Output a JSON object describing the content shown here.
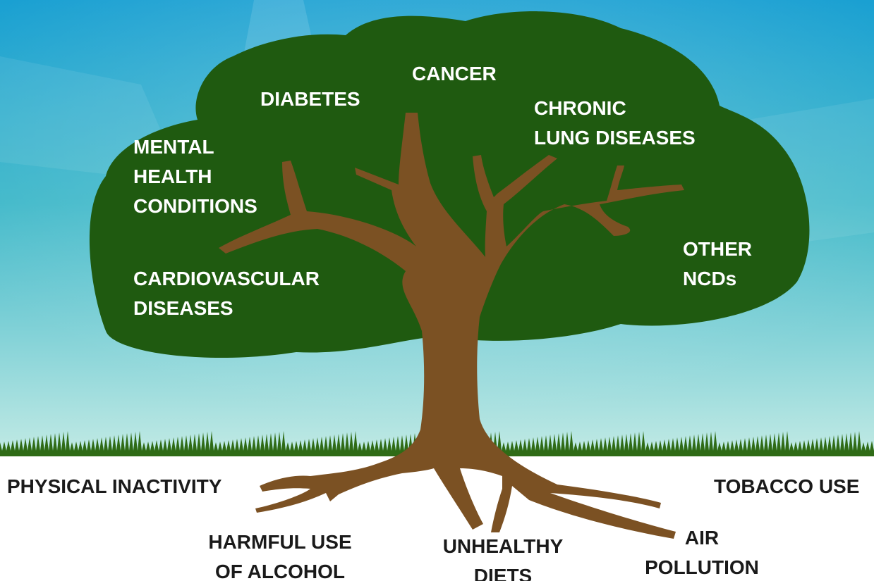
{
  "diagram": {
    "colors": {
      "sky_top": "#1aa0d2",
      "sky_mid": "#3fb8c9",
      "sky_low": "#bfe9e4",
      "crown": "#1f5a10",
      "trunk": "#7b5123",
      "grass": "#2f6b16",
      "ground": "#ffffff",
      "label_crown": "#ffffff",
      "label_root": "#1a1a1a"
    },
    "diseases": {
      "cancer": [
        "CANCER"
      ],
      "diabetes": [
        "DIABETES"
      ],
      "chronic_lung": [
        "CHRONIC",
        "LUNG DISEASES"
      ],
      "mental_health": [
        "MENTAL",
        "HEALTH",
        "CONDITIONS"
      ],
      "cardiovascular": [
        "CARDIOVASCULAR",
        "DISEASES"
      ],
      "other": [
        "OTHER",
        "NCDs"
      ]
    },
    "risk_factors": {
      "physical_inactivity": [
        "PHYSICAL INACTIVITY"
      ],
      "tobacco_use": [
        "TOBACCO USE"
      ],
      "harmful_alcohol": [
        "HARMFUL USE",
        "OF ALCOHOL"
      ],
      "unhealthy_diets": [
        "UNHEALTHY",
        "DIETS"
      ],
      "air_pollution": [
        "AIR",
        "POLLUTION"
      ]
    }
  }
}
